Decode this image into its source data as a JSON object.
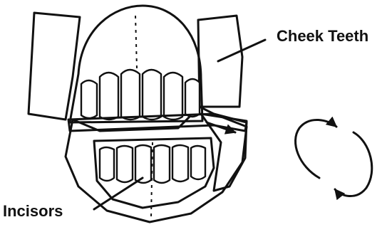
{
  "labels": {
    "cheek_teeth": "Cheek Teeth",
    "incisors": "Incisors"
  },
  "colors": {
    "ink": "#111111",
    "background": "#ffffff"
  },
  "icons": [
    "jaw-illustration",
    "rotation-arrow-icon"
  ]
}
